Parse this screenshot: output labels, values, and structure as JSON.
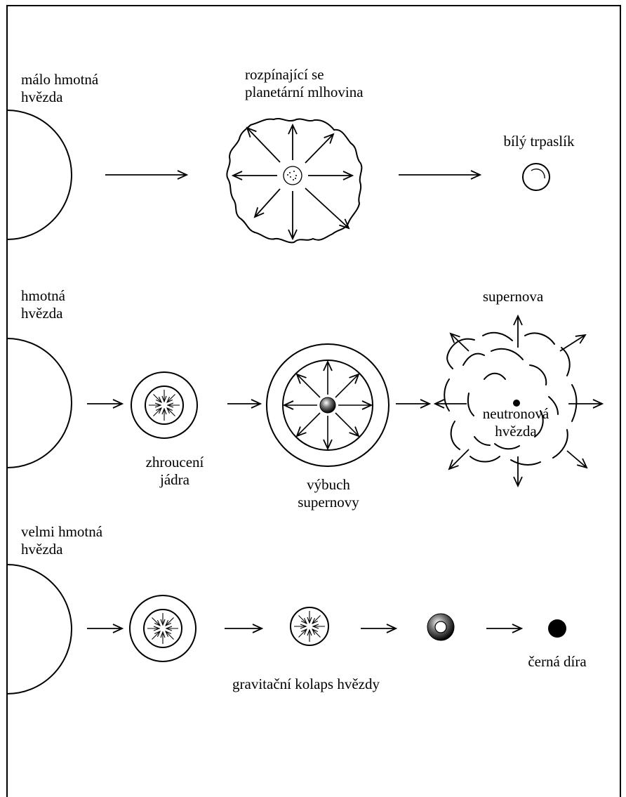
{
  "labels": {
    "low_mass_star": [
      "málo hmotná",
      "hvězda"
    ],
    "expanding_nebula": [
      "rozpínající se",
      "planetární mlhovina"
    ],
    "white_dwarf": "bílý trpaslík",
    "massive_star": [
      "hmotná",
      "hvězda"
    ],
    "supernova": "supernova",
    "neutron_star": [
      "neutronová",
      "hvězda"
    ],
    "core_collapse": [
      "zhroucení",
      "jádra"
    ],
    "supernova_explosion": [
      "výbuch",
      "supernovy"
    ],
    "very_massive_star": [
      "velmi hmotná",
      "hvězda"
    ],
    "gravitational_collapse": "gravitační kolaps hvězdy",
    "black_hole": "černá díra"
  },
  "colors": {
    "ink": "#000000",
    "background": "#ffffff"
  }
}
